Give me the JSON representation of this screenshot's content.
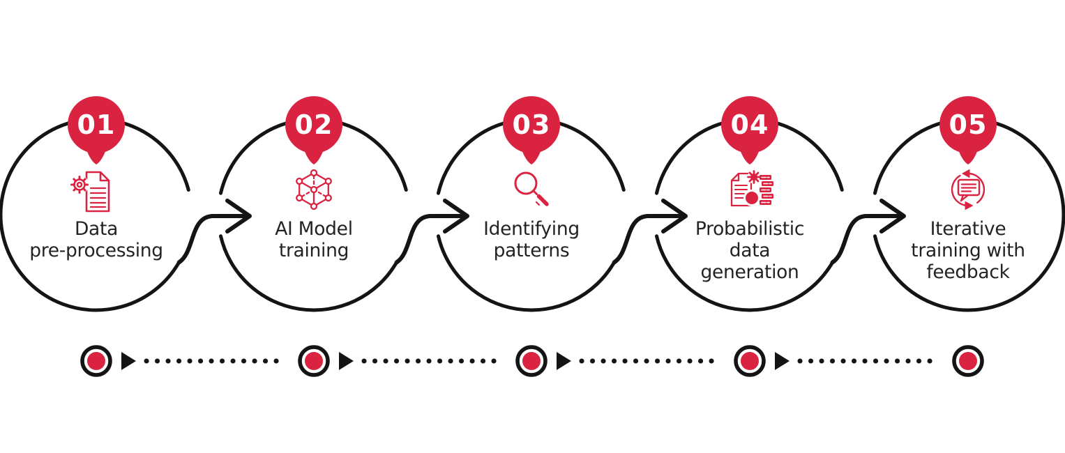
{
  "diagram_type": "process-flow-infographic",
  "colors": {
    "accent_red": "#DA2340",
    "line_black": "#141414",
    "text_dark": "#222326",
    "background": "#FFFFFF"
  },
  "steps": [
    {
      "number": "01",
      "label": "Data\npre-processing",
      "icon": "document-gear-icon"
    },
    {
      "number": "02",
      "label": "AI Model\ntraining",
      "icon": "network-cube-icon"
    },
    {
      "number": "03",
      "label": "Identifying\npatterns",
      "icon": "magnifier-icon"
    },
    {
      "number": "04",
      "label": "Probabilistic\ndata\ngeneration",
      "icon": "data-generation-icon"
    },
    {
      "number": "05",
      "label": "Iterative\ntraining with\nfeedback",
      "icon": "feedback-loop-icon"
    }
  ],
  "timeline": {
    "node_count": 5,
    "connector_style": "dotted line with arrow",
    "node_style": "black ring with red dot"
  }
}
